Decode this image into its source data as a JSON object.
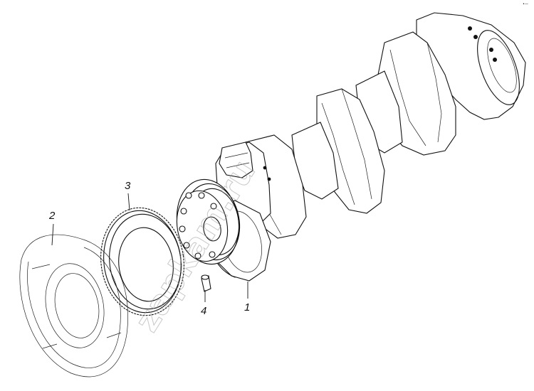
{
  "labels": {
    "part_1": "1",
    "part_2": "2",
    "part_3": "3",
    "part_4": "4"
  },
  "watermark": "zapkam.ru",
  "corner_mark": "•—"
}
